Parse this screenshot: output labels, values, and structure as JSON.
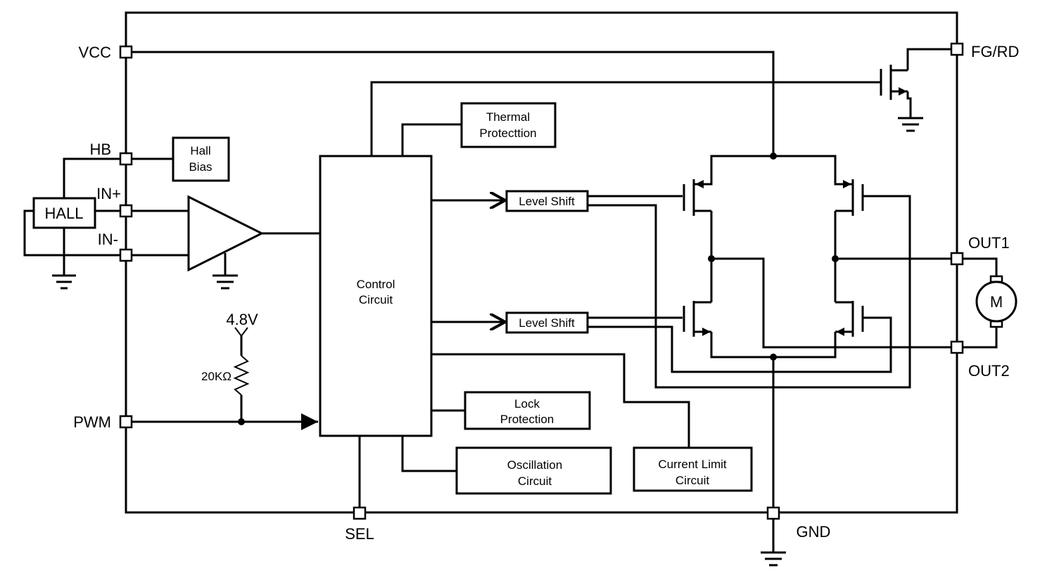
{
  "pins": {
    "vcc": "VCC",
    "hb": "HB",
    "in_plus": "IN+",
    "in_minus": "IN-",
    "pwm": "PWM",
    "sel": "SEL",
    "gnd": "GND",
    "fg_rd": "FG/RD",
    "out1": "OUT1",
    "out2": "OUT2"
  },
  "blocks": {
    "hall": "HALL",
    "hall_bias": [
      "Hall",
      "Bias"
    ],
    "thermal": [
      "Thermal",
      "Protecttion"
    ],
    "control": [
      "Control",
      "Circuit"
    ],
    "level_shift_top": "Level Shift",
    "level_shift_bottom": "Level Shift",
    "lock": [
      "Lock",
      "Protection"
    ],
    "oscillation": [
      "Oscillation",
      "Circuit"
    ],
    "current_limit": [
      "Current Limit",
      "Circuit"
    ]
  },
  "components": {
    "pullup_voltage": "4.8V",
    "resistor": "20KΩ",
    "motor": "M"
  }
}
